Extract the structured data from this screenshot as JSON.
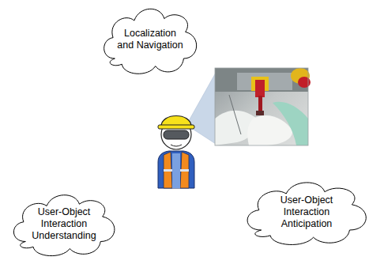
{
  "diagram": {
    "nodes": [
      {
        "text": [
          "Localization and Navigation"
        ]
      },
      {
        "text": [
          "User-Object Interaction Understanding"
        ]
      },
      {
        "text": [
          "User-Object Interaction Anticipation"
        ]
      }
    ]
  }
}
